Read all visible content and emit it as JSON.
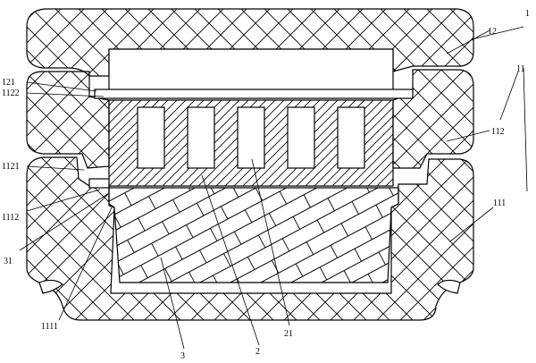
{
  "callouts": {
    "c1": "1",
    "c12": "12",
    "c11": "11",
    "c112": "112",
    "c111": "111",
    "c121": "121",
    "c1122": "1122",
    "c1121": "1121",
    "c1112": "1112",
    "c31": "31",
    "c1111": "1111",
    "c3": "3",
    "c2": "2",
    "c21": "21"
  }
}
